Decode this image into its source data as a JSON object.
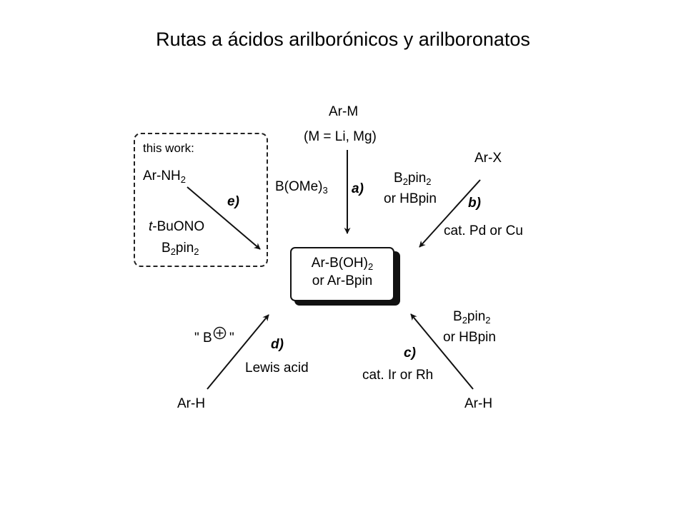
{
  "title": "Rutas a ácidos arilborónicos y arilboronatos",
  "top": {
    "reactant": "Ar-M",
    "condition": "(M = Li, Mg)",
    "reagent_pre": "B(OMe)",
    "reagent_sub": "3",
    "label": "a)"
  },
  "right_top": {
    "reactant": "Ar-X",
    "reagent1_pre": "B",
    "reagent1_sub": "2",
    "reagent1_post": "pin",
    "reagent1_sub2": "2",
    "reagent2": "or HBpin",
    "label": "b)",
    "catalyst": "cat. Pd or Cu"
  },
  "this_work": {
    "header": "this work:",
    "reactant_pre": "Ar-NH",
    "reactant_sub": "2",
    "label": "e)",
    "reagent1_it": "t",
    "reagent1_post": "-BuONO",
    "reagent2_pre": "B",
    "reagent2_sub": "2",
    "reagent2_post": "pin",
    "reagent2_sub2": "2"
  },
  "product": {
    "line1_pre": "Ar-B(OH)",
    "line1_sub": "2",
    "line2": "or Ar-Bpin"
  },
  "bottom_left": {
    "reagent_open": "\" B",
    "reagent_close": " \"",
    "label": "d)",
    "condition": "Lewis acid",
    "reactant": "Ar-H"
  },
  "bottom_right": {
    "reagent1_pre": "B",
    "reagent1_sub": "2",
    "reagent1_post": "pin",
    "reagent1_sub2": "2",
    "reagent2": "or HBpin",
    "label": "c)",
    "catalyst": "cat. Ir or Rh",
    "reactant": "Ar-H"
  }
}
